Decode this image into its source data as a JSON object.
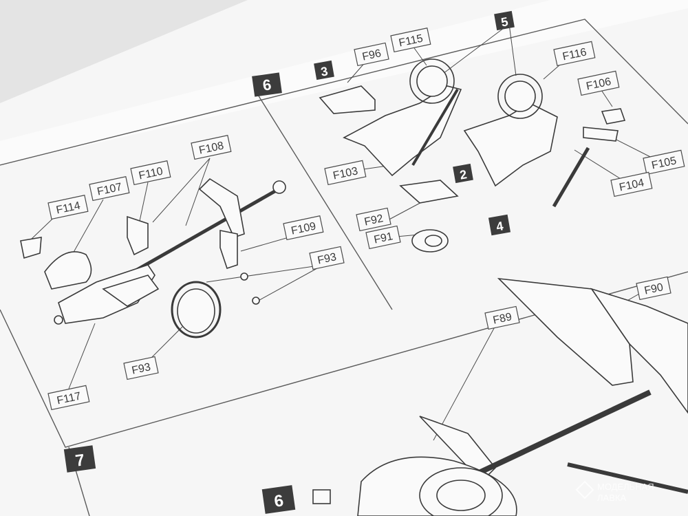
{
  "colors": {
    "paper": "#f6f6f6",
    "shadow": "#d9d9d9",
    "ink": "#3a3a3a",
    "step_badge": "#3c3c3c",
    "watermark": "#ffffff"
  },
  "steps": {
    "step6_top": "6",
    "step7": "7",
    "step6_bottom": "6"
  },
  "subassemblies": {
    "sub3": "3",
    "sub5": "5",
    "sub2": "2",
    "sub4": "4"
  },
  "parts": {
    "f114": "F114",
    "f107": "F107",
    "f110": "F110",
    "f108": "F108",
    "f109": "F109",
    "f93_right": "F93",
    "f93_bottom": "F93",
    "f117": "F117",
    "f96": "F96",
    "f115": "F115",
    "f116": "F116",
    "f106": "F106",
    "f103": "F103",
    "f105": "F105",
    "f104": "F104",
    "f92": "F92",
    "f91": "F91",
    "f89": "F89",
    "f90": "F90"
  },
  "watermark": {
    "line1": "МОДЕЛЬНАЯ",
    "line2": "ЛАВКА"
  }
}
